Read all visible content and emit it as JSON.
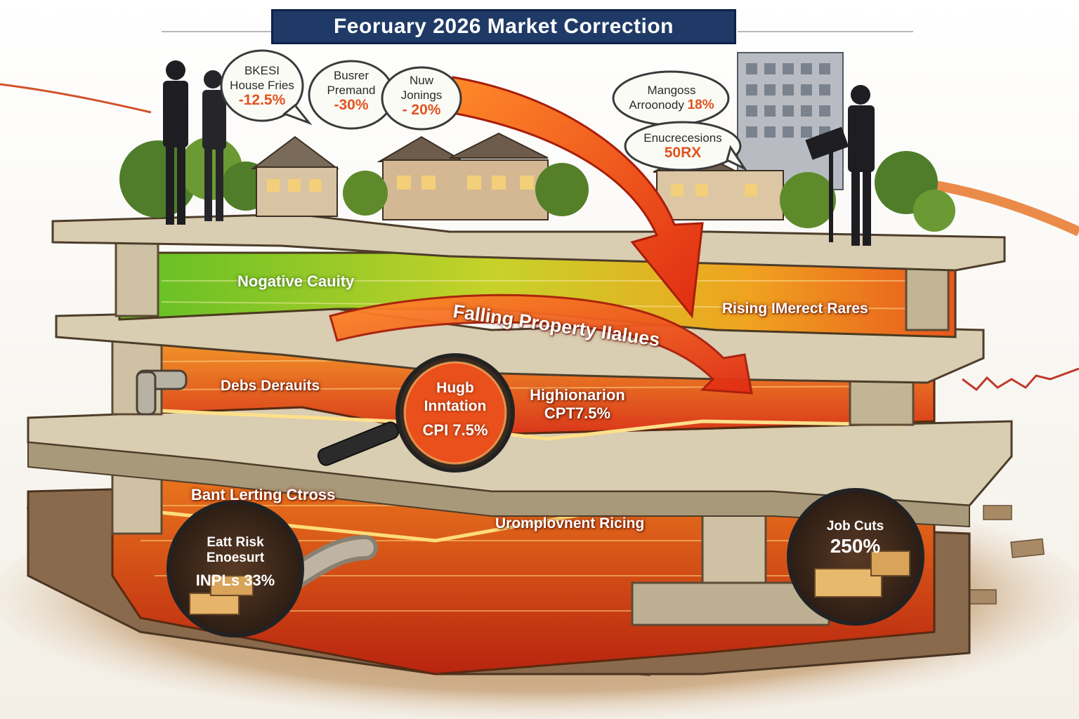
{
  "title": "Feoruary 2026 Market Correction",
  "bubbles": [
    {
      "line1": "BKESI",
      "line2": "House Fries",
      "value": "-12.5%"
    },
    {
      "line1": "Busrer",
      "line2": "Premand",
      "value": "-30%"
    },
    {
      "line1": "Nuw",
      "line2": "Jonings",
      "value": "- 20%"
    },
    {
      "line1": "Mangoss",
      "line2": "Arroonody",
      "value": "18%"
    },
    {
      "line1": "Enucrecesions",
      "value": "50RX"
    }
  ],
  "layers": {
    "negative_equity": "Nogative Cauity",
    "falling_values": "Falling Property IIalues",
    "rising_rates": "Rising IMerect Rares",
    "debt_defaults": "Debs Derauits",
    "high_inflation": "Highionarion",
    "high_inflation_value": "CPT7.5%",
    "bank_lending": "Bant Lerting Ctross",
    "unemployment": "Uromplovnent Ricing"
  },
  "circles": {
    "inflation": {
      "line1": "Hugb",
      "line2": "Inntation",
      "value": "CPI 7.5%"
    },
    "risk": {
      "line1": "Eatt Risk",
      "line2": "Enoesurt",
      "value": "INPLs 33%"
    },
    "jobs": {
      "line1": "Job Cuts",
      "value": "250%"
    }
  },
  "colors": {
    "title_bg": "#1f3a66",
    "accent_red": "#e8411c",
    "accent_orange": "#f28a1e",
    "equity_green": "#6fbf2a",
    "stone": "#d7cbb1"
  }
}
